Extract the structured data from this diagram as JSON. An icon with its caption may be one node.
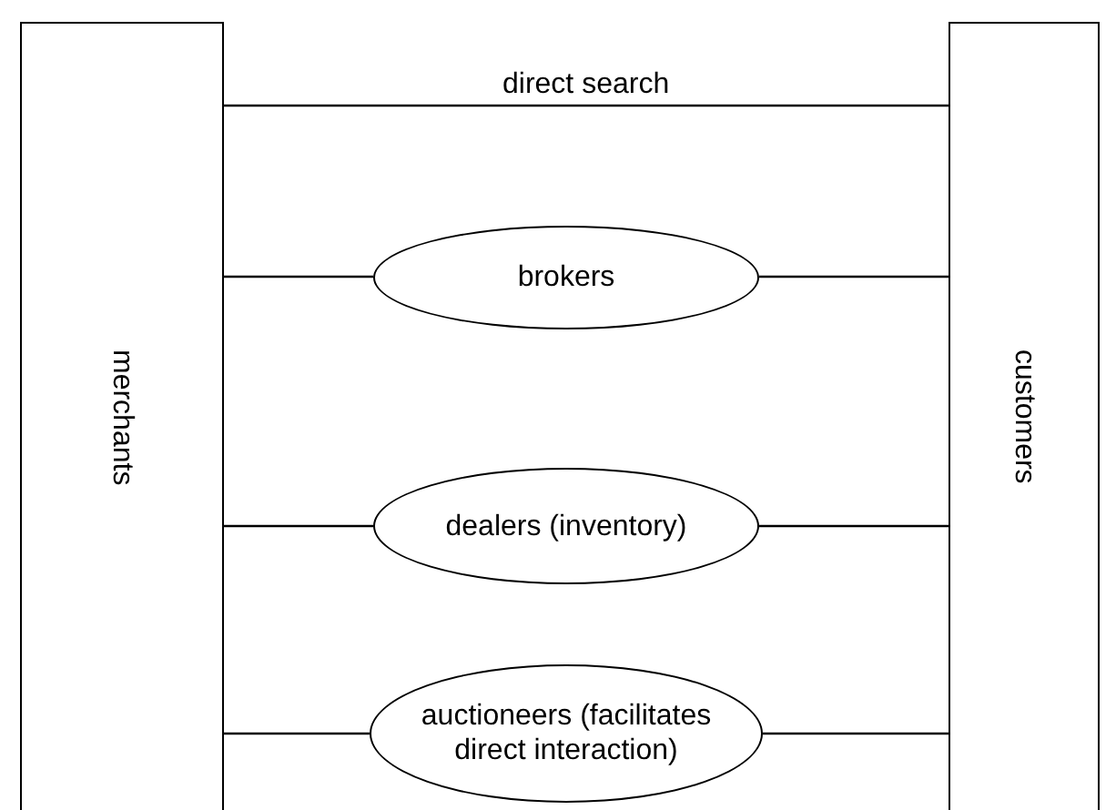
{
  "diagram": {
    "nodes": [
      {
        "text": [
          "merchants"
        ]
      },
      {
        "text": [
          "customers"
        ]
      },
      {
        "text": [
          "brokers"
        ]
      },
      {
        "text": [
          "dealers (inventory)"
        ]
      },
      {
        "text": [
          "auctioneers (facilitates direct interaction)"
        ]
      }
    ],
    "edges": [
      {
        "from": 0,
        "to": 1,
        "arrow": "none",
        "label": "direct search"
      },
      {
        "from": 0,
        "to": 2,
        "arrow": "none"
      },
      {
        "from": 2,
        "to": 1,
        "arrow": "none"
      },
      {
        "from": 0,
        "to": 3,
        "arrow": "none"
      },
      {
        "from": 3,
        "to": 1,
        "arrow": "none"
      },
      {
        "from": 0,
        "to": 4,
        "arrow": "none"
      },
      {
        "from": 4,
        "to": 1,
        "arrow": "none"
      }
    ]
  }
}
